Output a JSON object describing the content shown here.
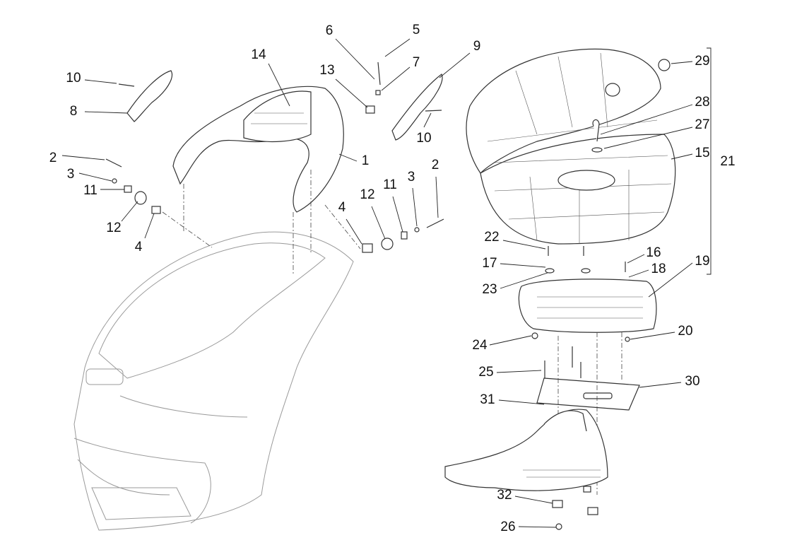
{
  "diagram": {
    "callouts": [
      "10",
      "8",
      "14",
      "6",
      "5",
      "7",
      "9",
      "13",
      "10",
      "1",
      "2",
      "3",
      "11",
      "12",
      "4",
      "4",
      "12",
      "11",
      "3",
      "2",
      "29",
      "28",
      "27",
      "15",
      "21",
      "22",
      "17",
      "23",
      "16",
      "18",
      "19",
      "20",
      "24",
      "25",
      "30",
      "31",
      "32",
      "26"
    ]
  }
}
